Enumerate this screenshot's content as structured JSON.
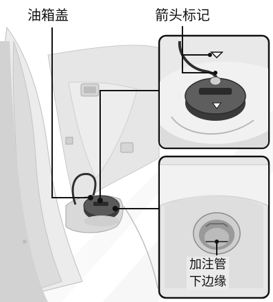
{
  "labels": {
    "fuel_cap": "油箱盖",
    "arrow_mark": "箭头标记",
    "filler_neck_lower_edge_line1": "加注管",
    "filler_neck_lower_edge_line2": "下边缘"
  },
  "colors": {
    "ink": "#111111",
    "panel_fill": "#eaeaea",
    "panel_shadow": "#cfcfcf",
    "cap_dark": "#4a4a4a",
    "cap_mid": "#6a6a6a",
    "watermark": "#f3f3f3"
  },
  "icons": {
    "arrow_triangle": "triangle-down-icon",
    "leader_dot": "dot-icon"
  }
}
